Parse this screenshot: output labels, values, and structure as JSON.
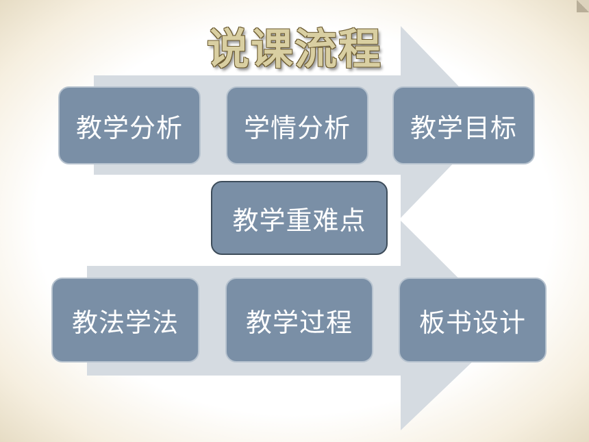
{
  "title": "说课流程",
  "steps_row1": [
    "教学分析",
    "学情分析",
    "教学目标"
  ],
  "step_center": "教学重难点",
  "steps_row2": [
    "教法学法",
    "教学过程",
    "板书设计"
  ],
  "colors": {
    "box_fill": "#7a8fa6",
    "arrow_fill": "#d5dbe1",
    "title_fill": "#d9cfa2"
  }
}
